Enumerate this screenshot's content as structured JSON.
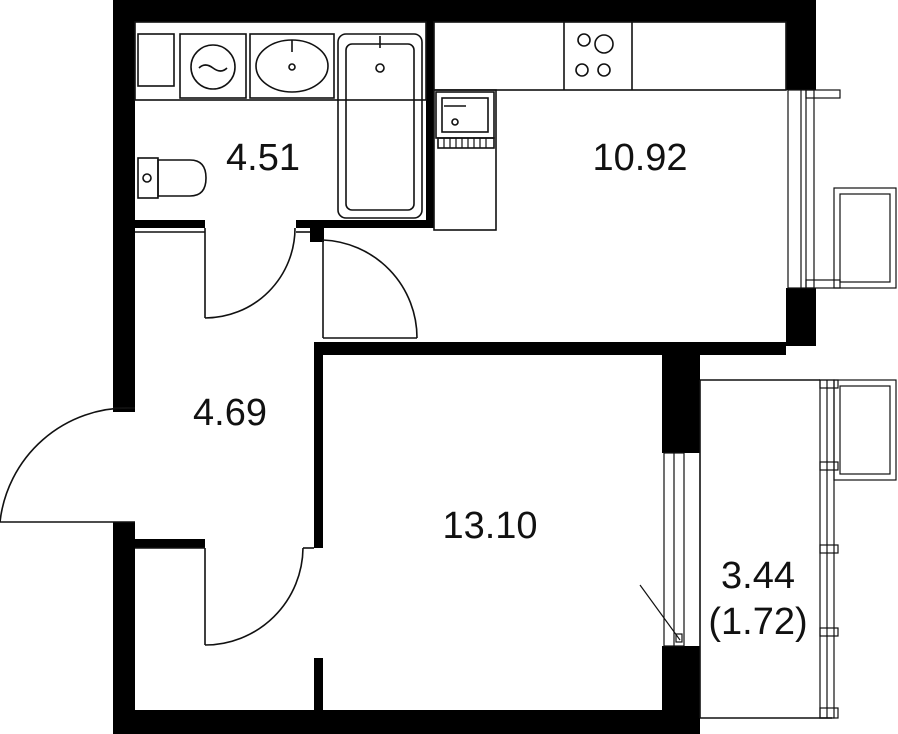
{
  "colors": {
    "wall": "#000000",
    "line": "#111111",
    "background": "#ffffff"
  },
  "rooms": {
    "bathroom": {
      "area": "4.51"
    },
    "kitchen": {
      "area": "10.92"
    },
    "hallway": {
      "area": "4.69"
    },
    "living_room": {
      "area": "13.10"
    },
    "balcony": {
      "area": "3.44",
      "area_reduced": "(1.72)"
    }
  },
  "fixtures": [
    "washing-machine-icon",
    "sink-icon",
    "bathtub-icon",
    "toilet-icon",
    "stove-icon",
    "kitchen-sink-icon",
    "radiator-icon"
  ]
}
